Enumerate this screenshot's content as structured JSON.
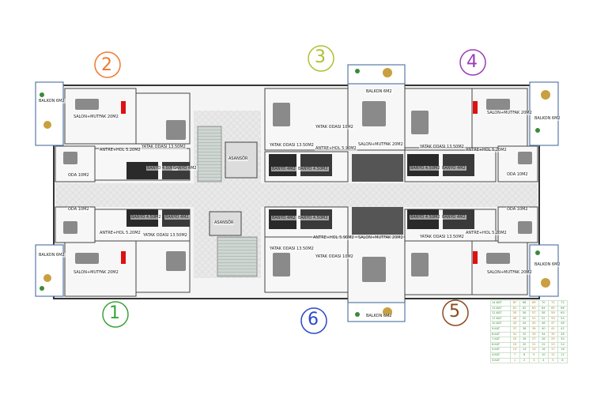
{
  "numbers": {
    "n1": {
      "text": "1",
      "color": "#3aa33a"
    },
    "n2": {
      "text": "2",
      "color": "#f07830"
    },
    "n3": {
      "text": "3",
      "color": "#b0c030"
    },
    "n4": {
      "text": "4",
      "color": "#9a3cb8"
    },
    "n5": {
      "text": "5",
      "color": "#8a4a20"
    },
    "n6": {
      "text": "6",
      "color": "#2a4ac8"
    }
  },
  "labels": {
    "balkon_tl": "BALKON 6M2",
    "salon_tl": "SALON+MUTFAK 20M2",
    "yatak_tl": "YATAK ODASI 13.50M2",
    "antre_tl": "ANTRE+HOL 5.20M2",
    "oda_tl": "ODA 10M2",
    "banyo_tl1": "BANYO 4.50M2",
    "banyo_tl2": "BANYO 4M2",
    "asansor_top": "ASANSÖR",
    "yatak_3a": "YATAK ODASI 10M2",
    "yatak_3b": "YATAK ODASI 13.50M2",
    "antre_3": "ANTRE+HOL 5.90M2",
    "balkon_3": "BALKON 6M2",
    "salon_3": "SALON+MUTFAK 20M2",
    "banyo_3a": "BANYO 4M2",
    "banyo_3b": "BANYO 4.50M2",
    "salon_4": "SALON+MUTFAK 20M2",
    "balkon_4": "BALKON 6M2",
    "yatak_4": "YATAK ODASI 13.50M2",
    "antre_4": "ANTRE+HOL 5.20M2",
    "banyo_4a": "BANYO 4.50M2",
    "banyo_4b": "BANYO 4M2",
    "oda_4": "ODA 10M2",
    "oda_bl": "ODA 10M2",
    "banyo_bl1": "BANYO 4.50M2",
    "banyo_bl2": "BANYO 4M2",
    "antre_bl": "ANTRE+HOL 5.20M2",
    "yatak_bl": "YATAK ODASI 13.50M2",
    "balkon_bl": "BALKON 6M2",
    "salon_bl": "SALON+MUTFAK 20M2",
    "asansor_bot": "ASANSÖR",
    "banyo_6a": "BANYO 4M2",
    "banyo_6b": "BANYO 4.50M2",
    "antre_6": "ANTRE+HOL 5.90M2",
    "salon_6": "SALON+MUTFAK 20M2",
    "yatak_6a": "YATAK ODASI 13.50M2",
    "yatak_6b": "YATAK ODASI 10M2",
    "balkon_6": "BALKON 6M2",
    "oda_5": "ODA 10M2",
    "banyo_5a": "BANYO 4.50M2",
    "banyo_5b": "BANYO 4M2",
    "antre_5": "ANTRE+HOL 5.20M2",
    "yatak_5": "YATAK ODASI 13.50M2",
    "balkon_5": "BALKON 6M2",
    "salon_5": "SALON+MUTFAK 20M2"
  },
  "table": {
    "rows": [
      {
        "h": "14.KAT",
        "c": [
          "67",
          "68",
          "69",
          "70",
          "71",
          "72"
        ]
      },
      {
        "h": "13.KAT",
        "c": [
          "61",
          "62",
          "63",
          "64",
          "65",
          "66"
        ]
      },
      {
        "h": "12.KAT",
        "c": [
          "55",
          "56",
          "57",
          "58",
          "59",
          "60"
        ]
      },
      {
        "h": "11.KAT",
        "c": [
          "49",
          "50",
          "51",
          "52",
          "53",
          "54"
        ]
      },
      {
        "h": "10.KAT",
        "c": [
          "43",
          "44",
          "45",
          "46",
          "47",
          "48"
        ]
      },
      {
        "h": "9.KAT",
        "c": [
          "37",
          "38",
          "39",
          "40",
          "41",
          "42"
        ]
      },
      {
        "h": "8.KAT",
        "c": [
          "31",
          "32",
          "33",
          "34",
          "35",
          "36"
        ]
      },
      {
        "h": "7.KAT",
        "c": [
          "25",
          "26",
          "27",
          "28",
          "29",
          "30"
        ]
      },
      {
        "h": "6.KAT",
        "c": [
          "19",
          "20",
          "21",
          "22",
          "23",
          "24"
        ]
      },
      {
        "h": "5.KAT",
        "c": [
          "13",
          "14",
          "15",
          "16",
          "17",
          "18"
        ]
      },
      {
        "h": "4.KAT",
        "c": [
          "7",
          "8",
          "9",
          "10",
          "11",
          "12"
        ]
      },
      {
        "h": "3.KAT",
        "c": [
          "1",
          "2",
          "3",
          "4",
          "5",
          "6"
        ]
      }
    ]
  }
}
